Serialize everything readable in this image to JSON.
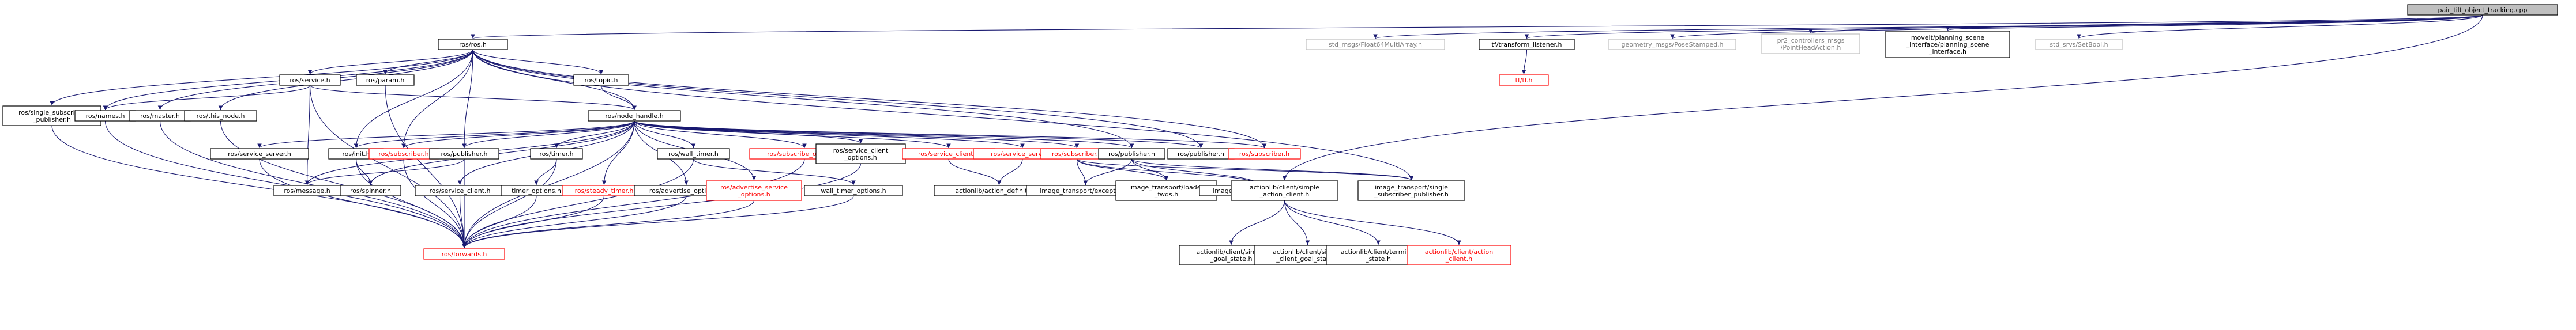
{
  "root": "pair_tilt_object_tracking.cpp",
  "colors": {
    "edge": "#191970",
    "root_fill": "#bfbfbf",
    "node_border": "#000000",
    "node_text": "#000000",
    "external_border": "#bfbfbf",
    "external_text": "#808080",
    "unresolved_border": "#ff0000",
    "unresolved_text": "#ff0000"
  },
  "nodes": [
    {
      "id": "root",
      "lines": [
        "pair_tilt_object_tracking.cpp"
      ],
      "style": "root"
    },
    {
      "id": "ros_ros",
      "lines": [
        "ros/ros.h"
      ],
      "style": "normal"
    },
    {
      "id": "std_float64",
      "lines": [
        "std_msgs/Float64MultiArray.h"
      ],
      "style": "external"
    },
    {
      "id": "tf_listener",
      "lines": [
        "tf/transform_listener.h"
      ],
      "style": "normal"
    },
    {
      "id": "geom_pose",
      "lines": [
        "geometry_msgs/PoseStamped.h"
      ],
      "style": "external"
    },
    {
      "id": "pr2_head",
      "lines": [
        "pr2_controllers_msgs",
        "/PointHeadAction.h"
      ],
      "style": "external"
    },
    {
      "id": "moveit_psi",
      "lines": [
        "moveit/planning_scene",
        "_interface/planning_scene",
        "_interface.h"
      ],
      "style": "normal"
    },
    {
      "id": "std_setbool",
      "lines": [
        "std_srvs/SetBool.h"
      ],
      "style": "external"
    },
    {
      "id": "tf_tf",
      "lines": [
        "tf/tf.h"
      ],
      "style": "unresolved"
    },
    {
      "id": "ros_service",
      "lines": [
        "ros/service.h"
      ],
      "style": "normal"
    },
    {
      "id": "ros_param",
      "lines": [
        "ros/param.h"
      ],
      "style": "normal"
    },
    {
      "id": "ros_topic",
      "lines": [
        "ros/topic.h"
      ],
      "style": "normal"
    },
    {
      "id": "ros_single_sub",
      "lines": [
        "ros/single_subscriber",
        "_publisher.h"
      ],
      "style": "normal"
    },
    {
      "id": "ros_names",
      "lines": [
        "ros/names.h"
      ],
      "style": "normal"
    },
    {
      "id": "ros_master",
      "lines": [
        "ros/master.h"
      ],
      "style": "normal"
    },
    {
      "id": "ros_this_node",
      "lines": [
        "ros/this_node.h"
      ],
      "style": "normal"
    },
    {
      "id": "ros_node_handle",
      "lines": [
        "ros/node_handle.h"
      ],
      "style": "normal"
    },
    {
      "id": "ros_service_server_a",
      "lines": [
        "ros/service_server.h"
      ],
      "style": "normal"
    },
    {
      "id": "ros_init",
      "lines": [
        "ros/init.h"
      ],
      "style": "normal"
    },
    {
      "id": "ros_subscriber_a",
      "lines": [
        "ros/subscriber.h"
      ],
      "style": "unresolved"
    },
    {
      "id": "ros_publisher_a",
      "lines": [
        "ros/publisher.h"
      ],
      "style": "normal"
    },
    {
      "id": "ros_timer",
      "lines": [
        "ros/timer.h"
      ],
      "style": "normal"
    },
    {
      "id": "ros_wall_timer",
      "lines": [
        "ros/wall_timer.h"
      ],
      "style": "normal"
    },
    {
      "id": "ros_sub_options",
      "lines": [
        "ros/subscribe_options.h"
      ],
      "style": "unresolved"
    },
    {
      "id": "ros_srv_client_opts",
      "lines": [
        "ros/service_client",
        "_options.h"
      ],
      "style": "normal"
    },
    {
      "id": "ros_service_client_a",
      "lines": [
        "ros/service_client.h"
      ],
      "style": "unresolved"
    },
    {
      "id": "ros_service_server_b",
      "lines": [
        "ros/service_server.h"
      ],
      "style": "unresolved"
    },
    {
      "id": "ros_subscriber_b",
      "lines": [
        "ros/subscriber.h"
      ],
      "style": "unresolved"
    },
    {
      "id": "ros_publisher_b",
      "lines": [
        "ros/publisher.h"
      ],
      "style": "normal"
    },
    {
      "id": "ros_publisher_c",
      "lines": [
        "ros/publisher.h"
      ],
      "style": "normal"
    },
    {
      "id": "ros_subscriber_c",
      "lines": [
        "ros/subscriber.h"
      ],
      "style": "unresolved"
    },
    {
      "id": "ros_message",
      "lines": [
        "ros/message.h"
      ],
      "style": "normal"
    },
    {
      "id": "ros_spinner",
      "lines": [
        "ros/spinner.h"
      ],
      "style": "normal"
    },
    {
      "id": "ros_service_client_b",
      "lines": [
        "ros/service_client.h"
      ],
      "style": "normal"
    },
    {
      "id": "timer_options",
      "lines": [
        "timer_options.h"
      ],
      "style": "normal"
    },
    {
      "id": "ros_steady_timer",
      "lines": [
        "ros/steady_timer.h"
      ],
      "style": "unresolved"
    },
    {
      "id": "ros_adv_options",
      "lines": [
        "ros/advertise_options.h"
      ],
      "style": "normal"
    },
    {
      "id": "ros_adv_srv_options",
      "lines": [
        "ros/advertise_service",
        "_options.h"
      ],
      "style": "unresolved"
    },
    {
      "id": "wall_timer_options",
      "lines": [
        "wall_timer_options.h"
      ],
      "style": "normal"
    },
    {
      "id": "ros_forwards",
      "lines": [
        "ros/forwards.h"
      ],
      "style": "unresolved"
    },
    {
      "id": "al_action_def",
      "lines": [
        "actionlib/action_definition.h"
      ],
      "style": "normal"
    },
    {
      "id": "it_exception_a",
      "lines": [
        "image_transport/exception.h"
      ],
      "style": "normal"
    },
    {
      "id": "it_loader_fwds",
      "lines": [
        "image_transport/loader",
        "_fwds.h"
      ],
      "style": "normal"
    },
    {
      "id": "it_exception_b",
      "lines": [
        "image_transport/exception.h"
      ],
      "style": "normal"
    },
    {
      "id": "al_simple_client",
      "lines": [
        "actionlib/client/simple",
        "_action_client.h"
      ],
      "style": "normal"
    },
    {
      "id": "it_single_sub_pub",
      "lines": [
        "image_transport/single",
        "_subscriber_publisher.h"
      ],
      "style": "normal"
    },
    {
      "id": "al_simple_goal_state",
      "lines": [
        "actionlib/client/simple",
        "_goal_state.h"
      ],
      "style": "normal"
    },
    {
      "id": "al_simple_client_goal",
      "lines": [
        "actionlib/client/simple",
        "_client_goal_state.h"
      ],
      "style": "normal"
    },
    {
      "id": "al_terminal_state",
      "lines": [
        "actionlib/client/terminal",
        "_state.h"
      ],
      "style": "normal"
    },
    {
      "id": "al_action_client",
      "lines": [
        "actionlib/client/action",
        "_client.h"
      ],
      "style": "unresolved"
    }
  ],
  "edges": [
    [
      "root",
      "ros_ros"
    ],
    [
      "root",
      "std_float64"
    ],
    [
      "root",
      "tf_listener"
    ],
    [
      "root",
      "geom_pose"
    ],
    [
      "root",
      "pr2_head"
    ],
    [
      "root",
      "moveit_psi"
    ],
    [
      "root",
      "std_setbool"
    ],
    [
      "root",
      "al_simple_client"
    ],
    [
      "tf_listener",
      "tf_tf"
    ],
    [
      "ros_ros",
      "ros_service"
    ],
    [
      "ros_ros",
      "ros_param"
    ],
    [
      "ros_ros",
      "ros_topic"
    ],
    [
      "ros_ros",
      "ros_single_sub"
    ],
    [
      "ros_ros",
      "ros_names"
    ],
    [
      "ros_ros",
      "ros_master"
    ],
    [
      "ros_ros",
      "ros_this_node"
    ],
    [
      "ros_ros",
      "ros_node_handle"
    ],
    [
      "ros_ros",
      "ros_init"
    ],
    [
      "ros_ros",
      "ros_subscriber_a"
    ],
    [
      "ros_ros",
      "ros_publisher_a"
    ],
    [
      "ros_ros",
      "ros_publisher_b"
    ],
    [
      "ros_ros",
      "ros_publisher_c"
    ],
    [
      "ros_ros",
      "ros_subscriber_c"
    ],
    [
      "ros_ros",
      "it_single_sub_pub"
    ],
    [
      "ros_service",
      "ros_names"
    ],
    [
      "ros_service",
      "ros_node_handle"
    ],
    [
      "ros_service",
      "ros_message"
    ],
    [
      "ros_service",
      "ros_forwards"
    ],
    [
      "ros_param",
      "ros_forwards"
    ],
    [
      "ros_topic",
      "ros_node_handle"
    ],
    [
      "ros_single_sub",
      "ros_forwards"
    ],
    [
      "ros_names",
      "ros_forwards"
    ],
    [
      "ros_master",
      "ros_forwards"
    ],
    [
      "ros_this_node",
      "ros_forwards"
    ],
    [
      "ros_node_handle",
      "ros_service_server_a"
    ],
    [
      "ros_node_handle",
      "ros_init"
    ],
    [
      "ros_node_handle",
      "ros_subscriber_a"
    ],
    [
      "ros_node_handle",
      "ros_publisher_a"
    ],
    [
      "ros_node_handle",
      "ros_timer"
    ],
    [
      "ros_node_handle",
      "ros_wall_timer"
    ],
    [
      "ros_node_handle",
      "ros_sub_options"
    ],
    [
      "ros_node_handle",
      "ros_srv_client_opts"
    ],
    [
      "ros_node_handle",
      "ros_service_client_a"
    ],
    [
      "ros_node_handle",
      "ros_service_server_b"
    ],
    [
      "ros_node_handle",
      "ros_subscriber_b"
    ],
    [
      "ros_node_handle",
      "ros_publisher_b"
    ],
    [
      "ros_node_handle",
      "ros_publisher_c"
    ],
    [
      "ros_node_handle",
      "ros_subscriber_c"
    ],
    [
      "ros_node_handle",
      "ros_spinner"
    ],
    [
      "ros_node_handle",
      "ros_service_client_b"
    ],
    [
      "ros_node_handle",
      "ros_steady_timer"
    ],
    [
      "ros_node_handle",
      "ros_adv_options"
    ],
    [
      "ros_node_handle",
      "ros_adv_srv_options"
    ],
    [
      "ros_node_handle",
      "ros_forwards"
    ],
    [
      "ros_node_handle",
      "ros_message"
    ],
    [
      "ros_service_server_a",
      "ros_forwards"
    ],
    [
      "ros_init",
      "ros_forwards"
    ],
    [
      "ros_init",
      "ros_spinner"
    ],
    [
      "ros_subscriber_a",
      "ros_forwards"
    ],
    [
      "ros_publisher_a",
      "ros_message"
    ],
    [
      "ros_publisher_a",
      "ros_forwards"
    ],
    [
      "ros_timer",
      "ros_forwards"
    ],
    [
      "ros_timer",
      "timer_options"
    ],
    [
      "ros_wall_timer",
      "ros_forwards"
    ],
    [
      "ros_wall_timer",
      "wall_timer_options"
    ],
    [
      "ros_sub_options",
      "ros_forwards"
    ],
    [
      "ros_srv_client_opts",
      "ros_forwards"
    ],
    [
      "ros_service_client_a",
      "al_action_def"
    ],
    [
      "ros_service_server_b",
      "al_action_def"
    ],
    [
      "ros_subscriber_b",
      "it_exception_a"
    ],
    [
      "ros_subscriber_b",
      "it_loader_fwds"
    ],
    [
      "ros_subscriber_b",
      "it_exception_b"
    ],
    [
      "ros_subscriber_b",
      "it_single_sub_pub"
    ],
    [
      "ros_publisher_b",
      "it_exception_a"
    ],
    [
      "ros_publisher_b",
      "it_loader_fwds"
    ],
    [
      "ros_publisher_b",
      "it_exception_b"
    ],
    [
      "ros_publisher_b",
      "it_single_sub_pub"
    ],
    [
      "ros_service_client_b",
      "ros_forwards"
    ],
    [
      "timer_options",
      "ros_forwards"
    ],
    [
      "ros_steady_timer",
      "ros_forwards"
    ],
    [
      "ros_adv_options",
      "ros_forwards"
    ],
    [
      "ros_adv_srv_options",
      "ros_forwards"
    ],
    [
      "wall_timer_options",
      "ros_forwards"
    ],
    [
      "al_simple_client",
      "al_simple_goal_state"
    ],
    [
      "al_simple_client",
      "al_simple_client_goal"
    ],
    [
      "al_simple_client",
      "al_terminal_state"
    ],
    [
      "al_simple_client",
      "al_action_client"
    ]
  ]
}
